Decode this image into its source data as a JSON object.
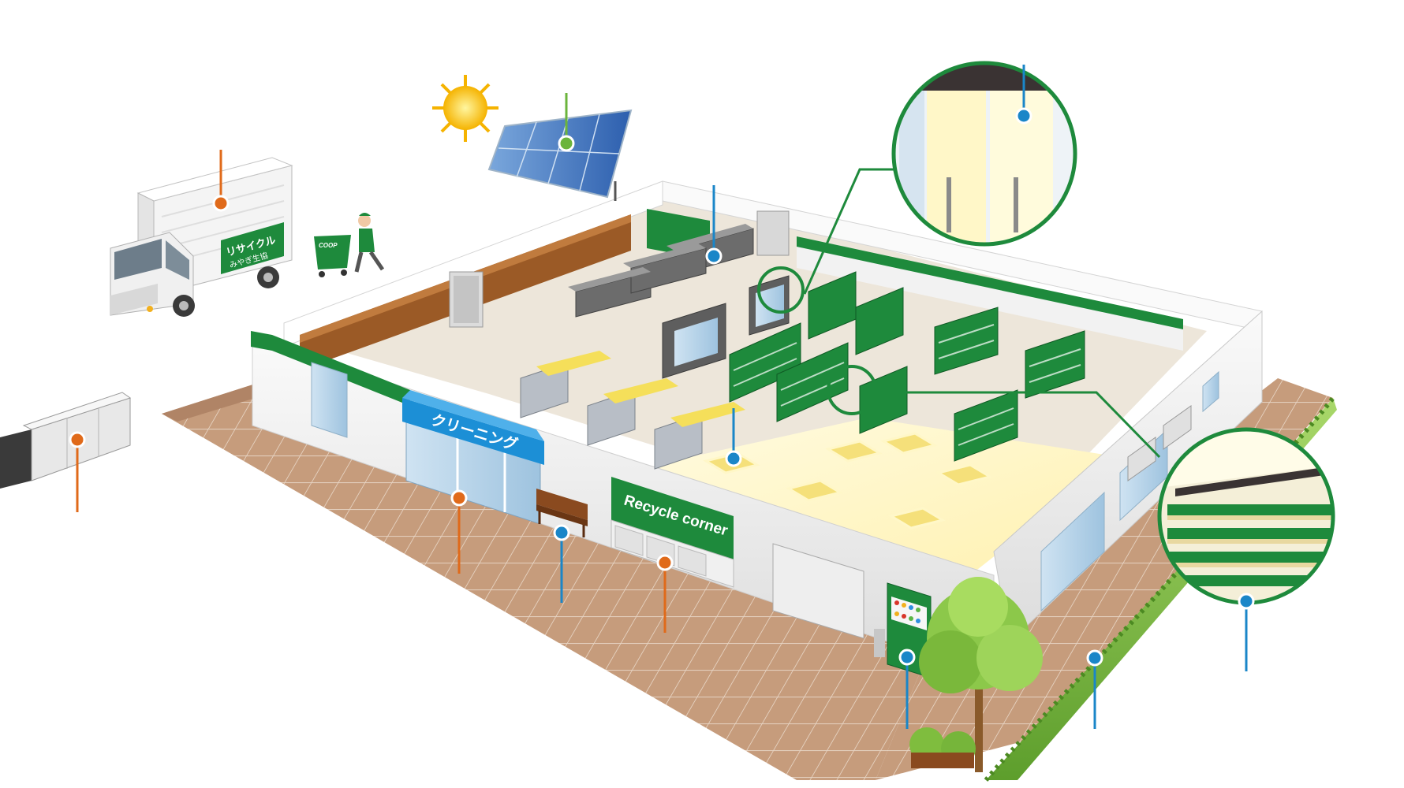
{
  "labels": {
    "truck_main": "リサイクル",
    "truck_sub": "みやぎ生協",
    "cart_logo": "COOP",
    "cleaning_sign": "クリーニング",
    "recycle_sign": "Recycle corner"
  },
  "colors": {
    "brand_green": "#1e8a3c",
    "dark_green": "#146a2c",
    "pin_blue": "#1a86c8",
    "pin_orange": "#e06a1a",
    "pin_green": "#6bb43c",
    "floor_tile": "#c49a7a",
    "sign_blue": "#1c8fd6"
  },
  "hotspots": [
    {
      "name": "truck-pin",
      "color": "orange"
    },
    {
      "name": "solar-panel-pin",
      "color": "green"
    },
    {
      "name": "freezer-pin",
      "color": "blue"
    },
    {
      "name": "door-lighting-pin",
      "color": "blue"
    },
    {
      "name": "delivery-box-pin",
      "color": "orange"
    },
    {
      "name": "cleaning-pin",
      "color": "orange"
    },
    {
      "name": "bench-pin",
      "color": "blue"
    },
    {
      "name": "recycle-corner-pin",
      "color": "orange"
    },
    {
      "name": "ceiling-light-pin",
      "color": "blue"
    },
    {
      "name": "vending-machine-pin",
      "color": "blue"
    },
    {
      "name": "hedge-pin",
      "color": "blue"
    },
    {
      "name": "shelf-light-pin",
      "color": "blue"
    }
  ]
}
